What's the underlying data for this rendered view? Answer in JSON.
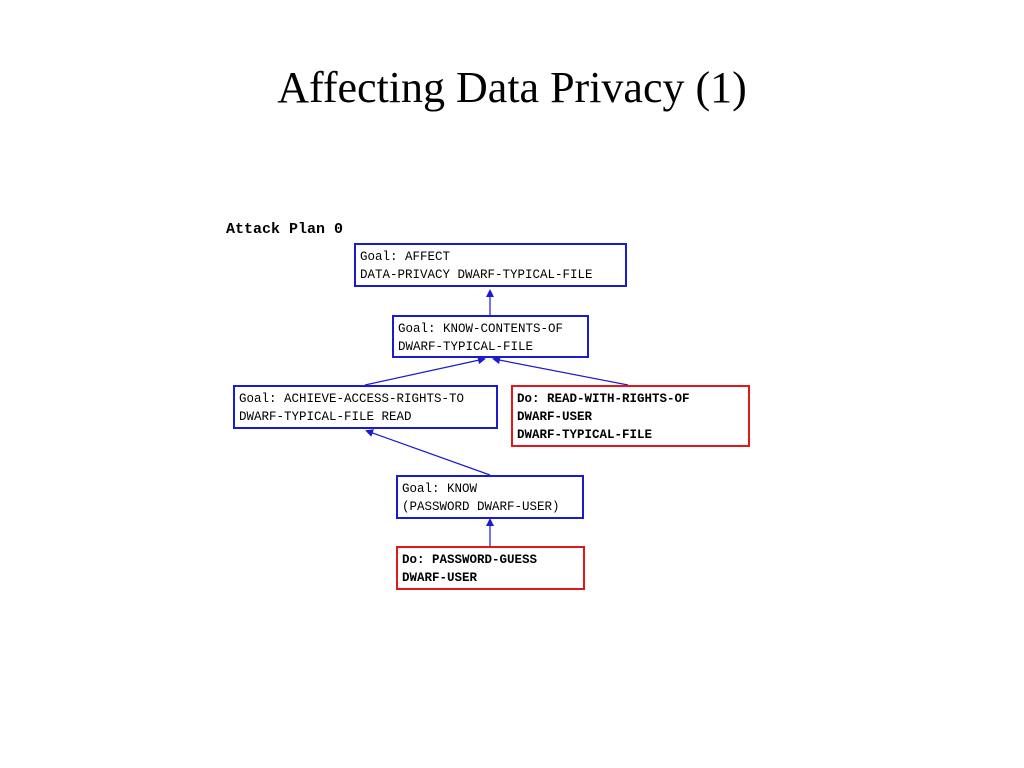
{
  "slide": {
    "title": "Affecting Data Privacy (1)"
  },
  "diagram": {
    "plan_label": "Attack Plan 0",
    "nodes": {
      "affect": {
        "line1": "Goal: AFFECT",
        "line2": "DATA-PRIVACY DWARF-TYPICAL-FILE"
      },
      "know_contents": {
        "line1": "Goal: KNOW-CONTENTS-OF",
        "line2": "DWARF-TYPICAL-FILE"
      },
      "achieve_access": {
        "line1": "Goal: ACHIEVE-ACCESS-RIGHTS-TO",
        "line2": "DWARF-TYPICAL-FILE READ"
      },
      "read_with_rights": {
        "line1": "Do: READ-WITH-RIGHTS-OF",
        "line2": "DWARF-USER",
        "line3": "DWARF-TYPICAL-FILE"
      },
      "know_password": {
        "line1": "Goal: KNOW",
        "line2": "(PASSWORD DWARF-USER)"
      },
      "password_guess": {
        "line1": "Do: PASSWORD-GUESS",
        "line2": "DWARF-USER"
      }
    },
    "edges": [
      {
        "from": "know_contents",
        "to": "affect"
      },
      {
        "from": "achieve_access",
        "to": "know_contents"
      },
      {
        "from": "read_with_rights",
        "to": "know_contents"
      },
      {
        "from": "know_password",
        "to": "achieve_access"
      },
      {
        "from": "password_guess",
        "to": "know_password"
      }
    ],
    "colors": {
      "goal_border": "#1a1ad0",
      "do_border": "#e01818",
      "edge": "#1a1ad0"
    }
  }
}
